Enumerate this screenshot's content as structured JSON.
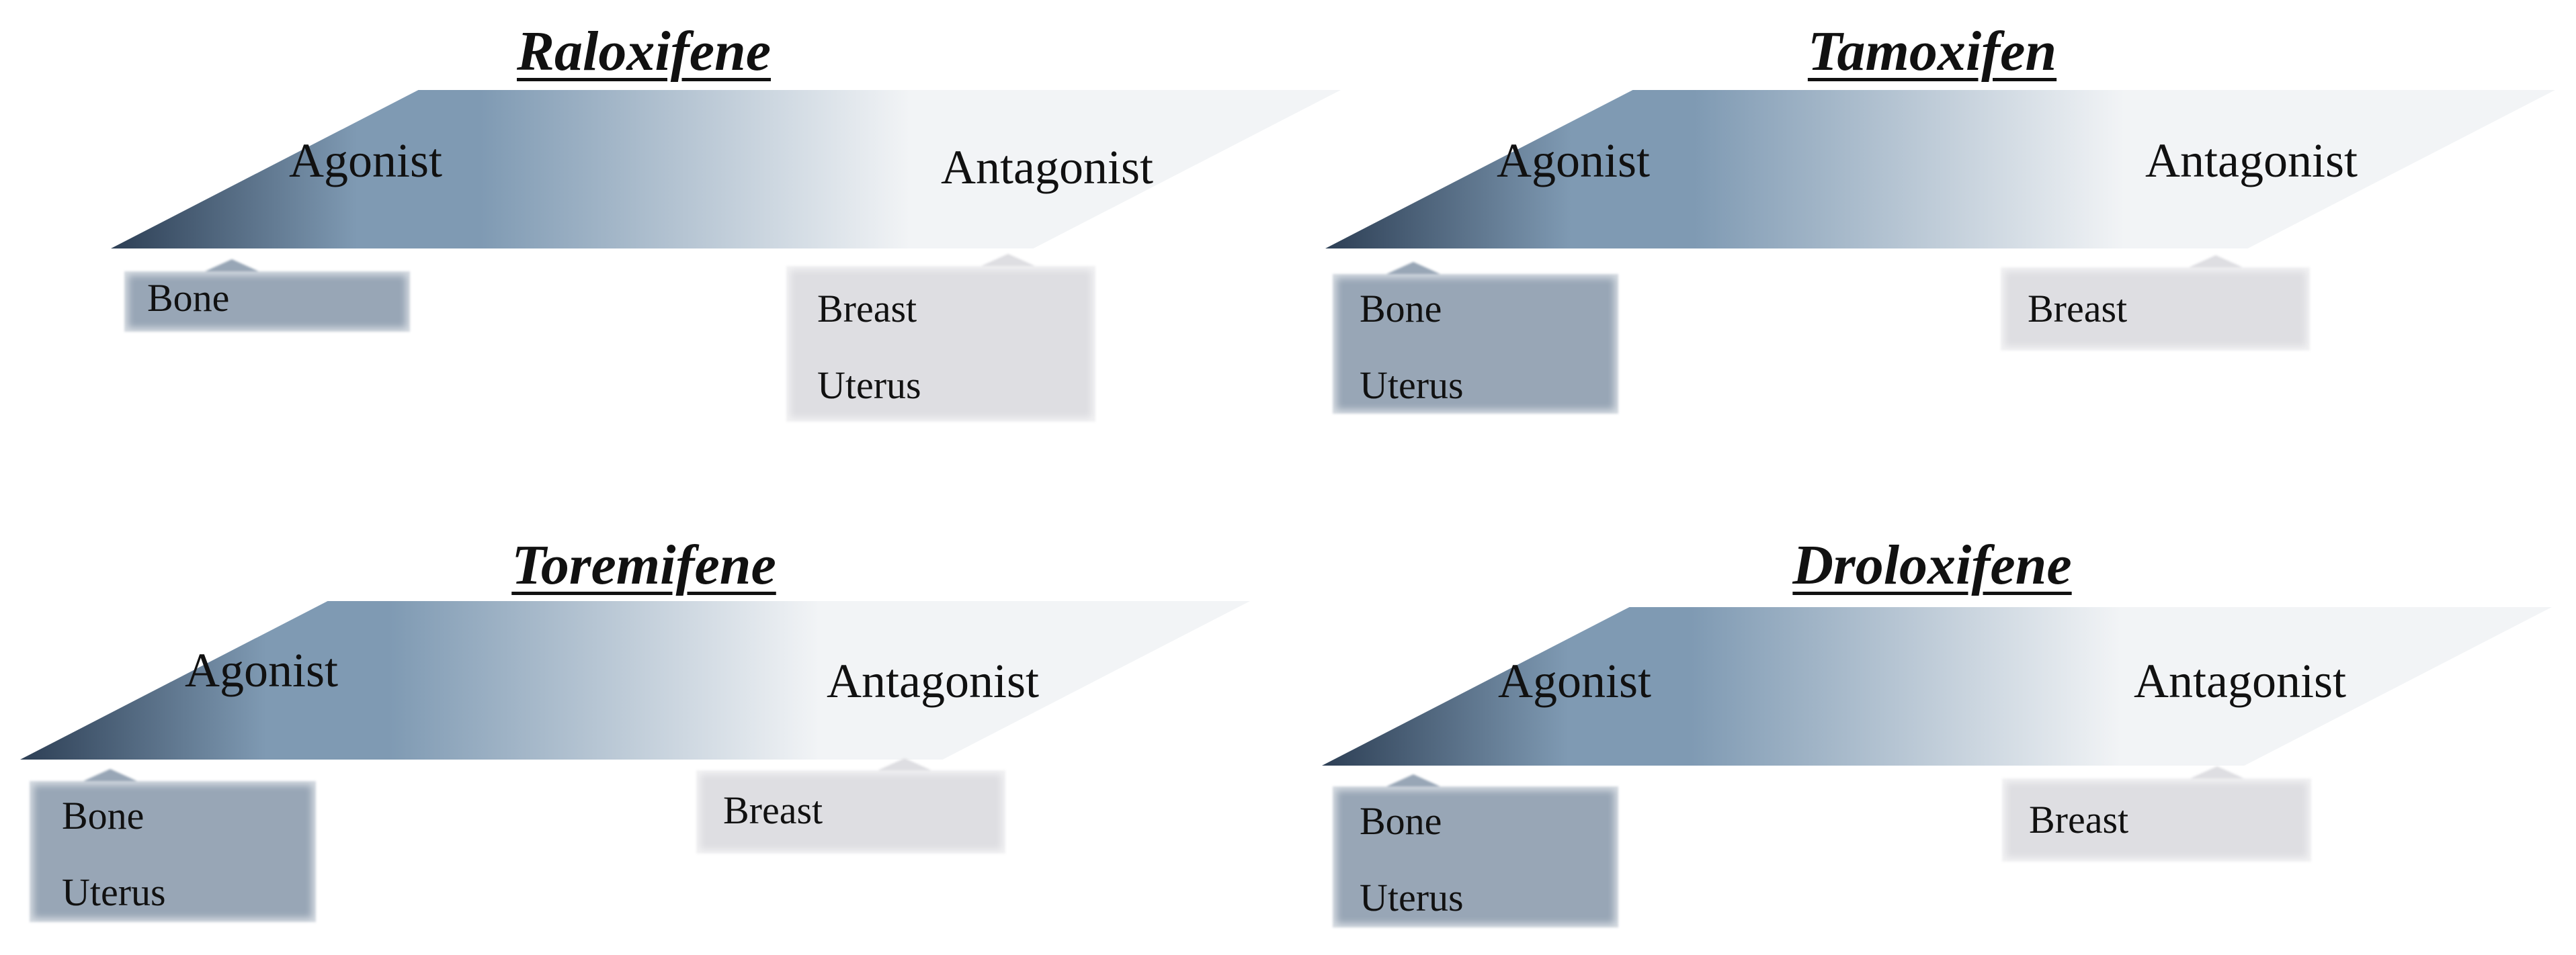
{
  "colors": {
    "band_dark": "#2d3f55",
    "band_mid": "#7f9ab3",
    "band_light": "#f2f4f6",
    "agonist_box": "#98a6b6",
    "antagonist_box": "#dedee2"
  },
  "panels": [
    {
      "title": "Raloxifene",
      "agonist_label": "Agonist",
      "antagonist_label": "Antagonist",
      "agonist_tissues": [
        "Bone"
      ],
      "antagonist_tissues": [
        "Breast",
        "Uterus"
      ]
    },
    {
      "title": "Tamoxifen",
      "agonist_label": "Agonist",
      "antagonist_label": "Antagonist",
      "agonist_tissues": [
        "Bone",
        "Uterus"
      ],
      "antagonist_tissues": [
        "Breast"
      ]
    },
    {
      "title": "Toremifene",
      "agonist_label": "Agonist",
      "antagonist_label": "Antagonist",
      "agonist_tissues": [
        "Bone",
        "Uterus"
      ],
      "antagonist_tissues": [
        "Breast"
      ]
    },
    {
      "title": "Droloxifene",
      "agonist_label": "Agonist",
      "antagonist_label": "Antagonist",
      "agonist_tissues": [
        "Bone",
        "Uterus"
      ],
      "antagonist_tissues": [
        "Breast"
      ]
    }
  ]
}
